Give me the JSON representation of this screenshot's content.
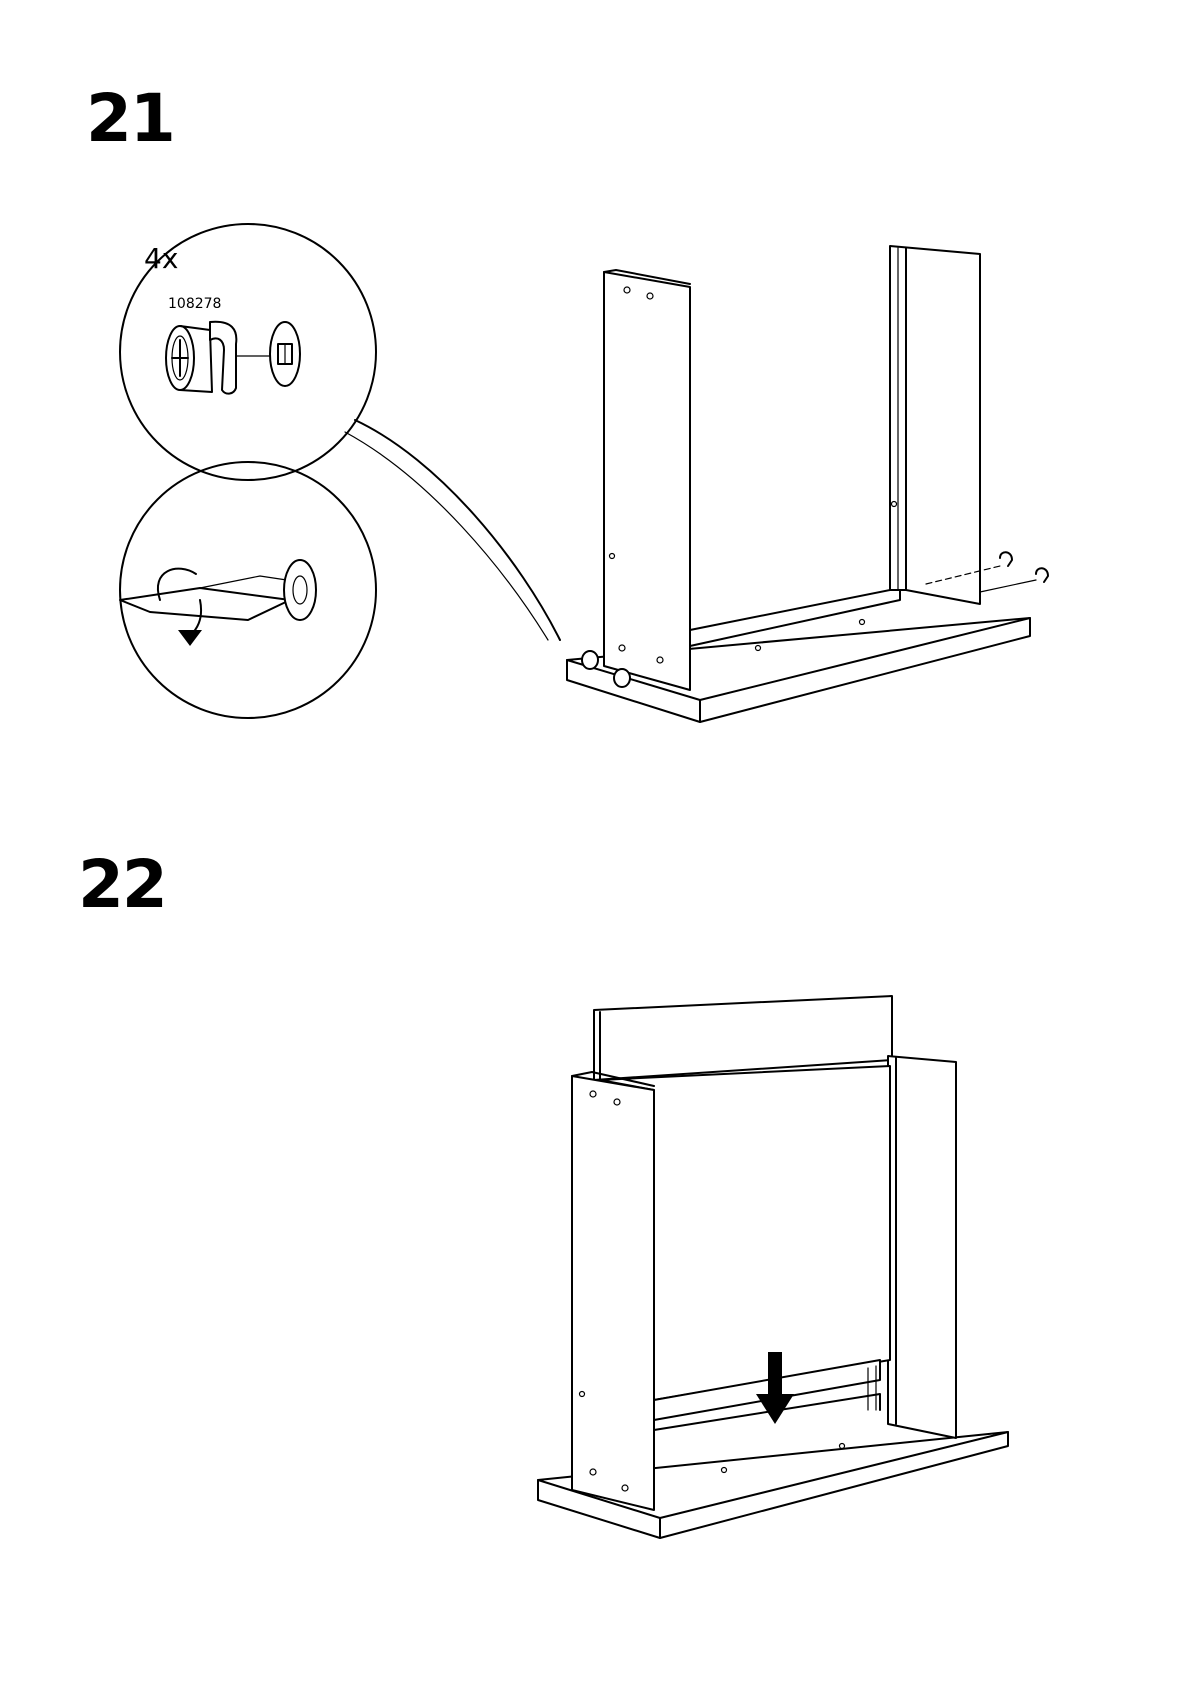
{
  "steps": [
    {
      "number": "21",
      "detail": {
        "quantity": "4x",
        "part_number": "108278"
      }
    },
    {
      "number": "22"
    }
  ]
}
